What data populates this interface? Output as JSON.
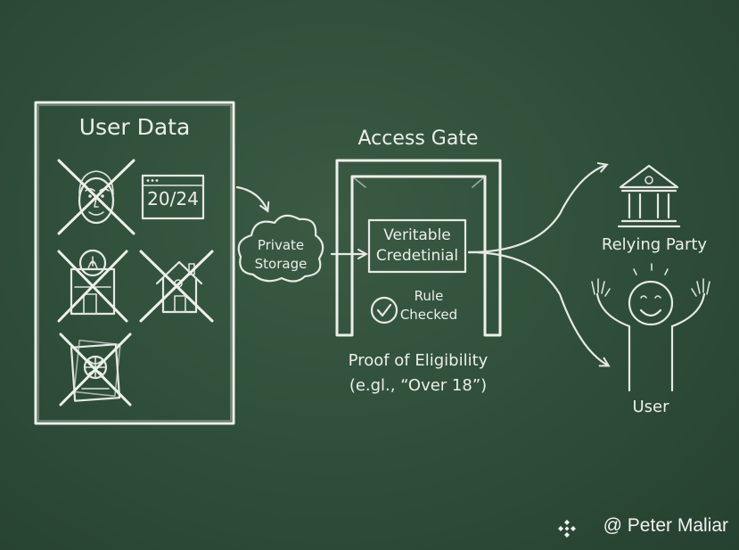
{
  "user_data": {
    "title": "User Data",
    "date_card": "20/24"
  },
  "storage": {
    "label_line1": "Private",
    "label_line2": "Storage"
  },
  "gate": {
    "title": "Access Gate",
    "credential_line1": "Veritable",
    "credential_line2": "Credetinial",
    "rule_line1": "Rule",
    "rule_line2": "Checked"
  },
  "proof": {
    "title": "Proof of Eligibility",
    "example": "(e.gl., “Over 18”)"
  },
  "recipients": {
    "relying_party": "Relying Party",
    "user": "User"
  },
  "watermark": {
    "text": "@ Peter Maliar"
  },
  "icons": {
    "face": "face-icon",
    "calendar": "calendar-card-icon",
    "biometric": "biometric-badge-icon",
    "house": "house-icon",
    "passport": "passport-icon",
    "cloud": "cloud-icon",
    "check": "checkmark-icon",
    "bank": "bank-icon",
    "user": "happy-user-icon"
  },
  "colors": {
    "board": "#30503b",
    "chalk": "#e6e9e3"
  }
}
